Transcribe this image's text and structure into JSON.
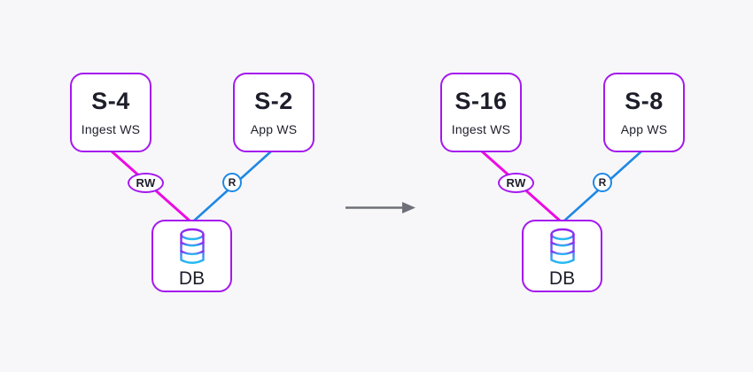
{
  "page": {
    "background": "#f7f7f9"
  },
  "colors": {
    "node_border": "#a518ee",
    "write_line": "#ec0ae4",
    "read_line": "#1e88e5",
    "transition_arrow": "#6d7078",
    "text": "#1e1e2b"
  },
  "clusters": {
    "before": {
      "ingest": {
        "title": "S-4",
        "subtitle": "Ingest WS"
      },
      "app": {
        "title": "S-2",
        "subtitle": "App WS"
      },
      "db": {
        "label": "DB"
      },
      "write_badge": "RW",
      "read_badge": "R"
    },
    "after": {
      "ingest": {
        "title": "S-16",
        "subtitle": "Ingest WS"
      },
      "app": {
        "title": "S-8",
        "subtitle": "App WS"
      },
      "db": {
        "label": "DB"
      },
      "write_badge": "RW",
      "read_badge": "R"
    }
  },
  "transition": {
    "icon": "right-arrow"
  }
}
